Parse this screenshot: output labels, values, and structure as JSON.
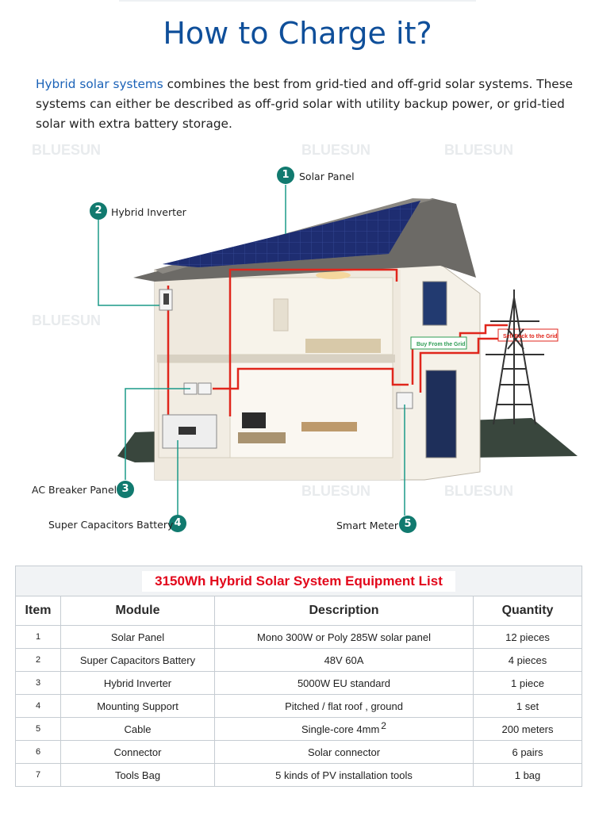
{
  "page": {
    "title": "How to Charge it?",
    "intro_highlight": "Hybrid solar systems",
    "intro_rest": " combines the best from grid-tied and off-grid solar systems. These systems can either be described as off-grid solar with utility backup power, or grid-tied solar with extra battery storage."
  },
  "diagram": {
    "callouts": [
      {
        "num": "1",
        "label": "Solar Panel"
      },
      {
        "num": "2",
        "label": "Hybrid Inverter"
      },
      {
        "num": "3",
        "label": "AC Breaker Panel"
      },
      {
        "num": "4",
        "label": "Super Capacitors Battery"
      },
      {
        "num": "5",
        "label": "Smart Meter"
      }
    ],
    "signs": {
      "buy": "Buy From the Grid",
      "sell": "Sell Back to the Grid"
    },
    "watermark": "BLUESUN",
    "colors": {
      "badge": "#117a6f",
      "wire": "#e0261c",
      "lead": "#1b9a89"
    }
  },
  "table": {
    "caption": "3150Wh  Hybrid Solar System Equipment List",
    "headers": [
      "Item",
      "Module",
      "Description",
      "Quantity"
    ],
    "rows": [
      {
        "item": "1",
        "module": "Solar Panel",
        "description": "Mono 300W or Poly 285W solar panel",
        "quantity": "12 pieces"
      },
      {
        "item": "2",
        "module": "Super Capacitors Battery",
        "description": "48V 60A",
        "quantity": "4 pieces"
      },
      {
        "item": "3",
        "module": "Hybrid Inverter",
        "description": "5000W EU standard",
        "quantity": "1 piece"
      },
      {
        "item": "4",
        "module": "Mounting Support",
        "description": "Pitched / flat roof , ground",
        "quantity": "1 set"
      },
      {
        "item": "5",
        "module": "Cable",
        "description": "Single-core 4mm",
        "description_sup": "2",
        "quantity": "200 meters"
      },
      {
        "item": "6",
        "module": "Connector",
        "description": "Solar connector",
        "quantity": "6 pairs"
      },
      {
        "item": "7",
        "module": "Tools Bag",
        "description": "5 kinds of PV installation tools",
        "quantity": "1 bag"
      }
    ]
  }
}
